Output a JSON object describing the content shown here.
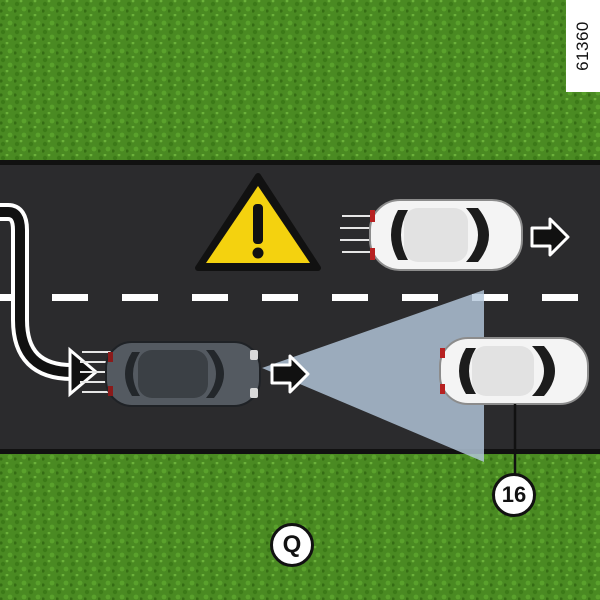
{
  "figure": {
    "reference_number": "61360",
    "callout_vehicle_label": "16",
    "callout_scene_label": "Q"
  },
  "colors": {
    "grass": "#4a8a22",
    "road": "#2b2b2d",
    "lane_marking": "#ffffff",
    "warning_yellow": "#f4d20f",
    "own_car": "#545a61",
    "other_car": "#f4f4f4",
    "sensor_beam": "#b4c8dc"
  },
  "icons": {
    "warning": "warning-triangle-icon",
    "direction": "arrow-right-icon"
  }
}
